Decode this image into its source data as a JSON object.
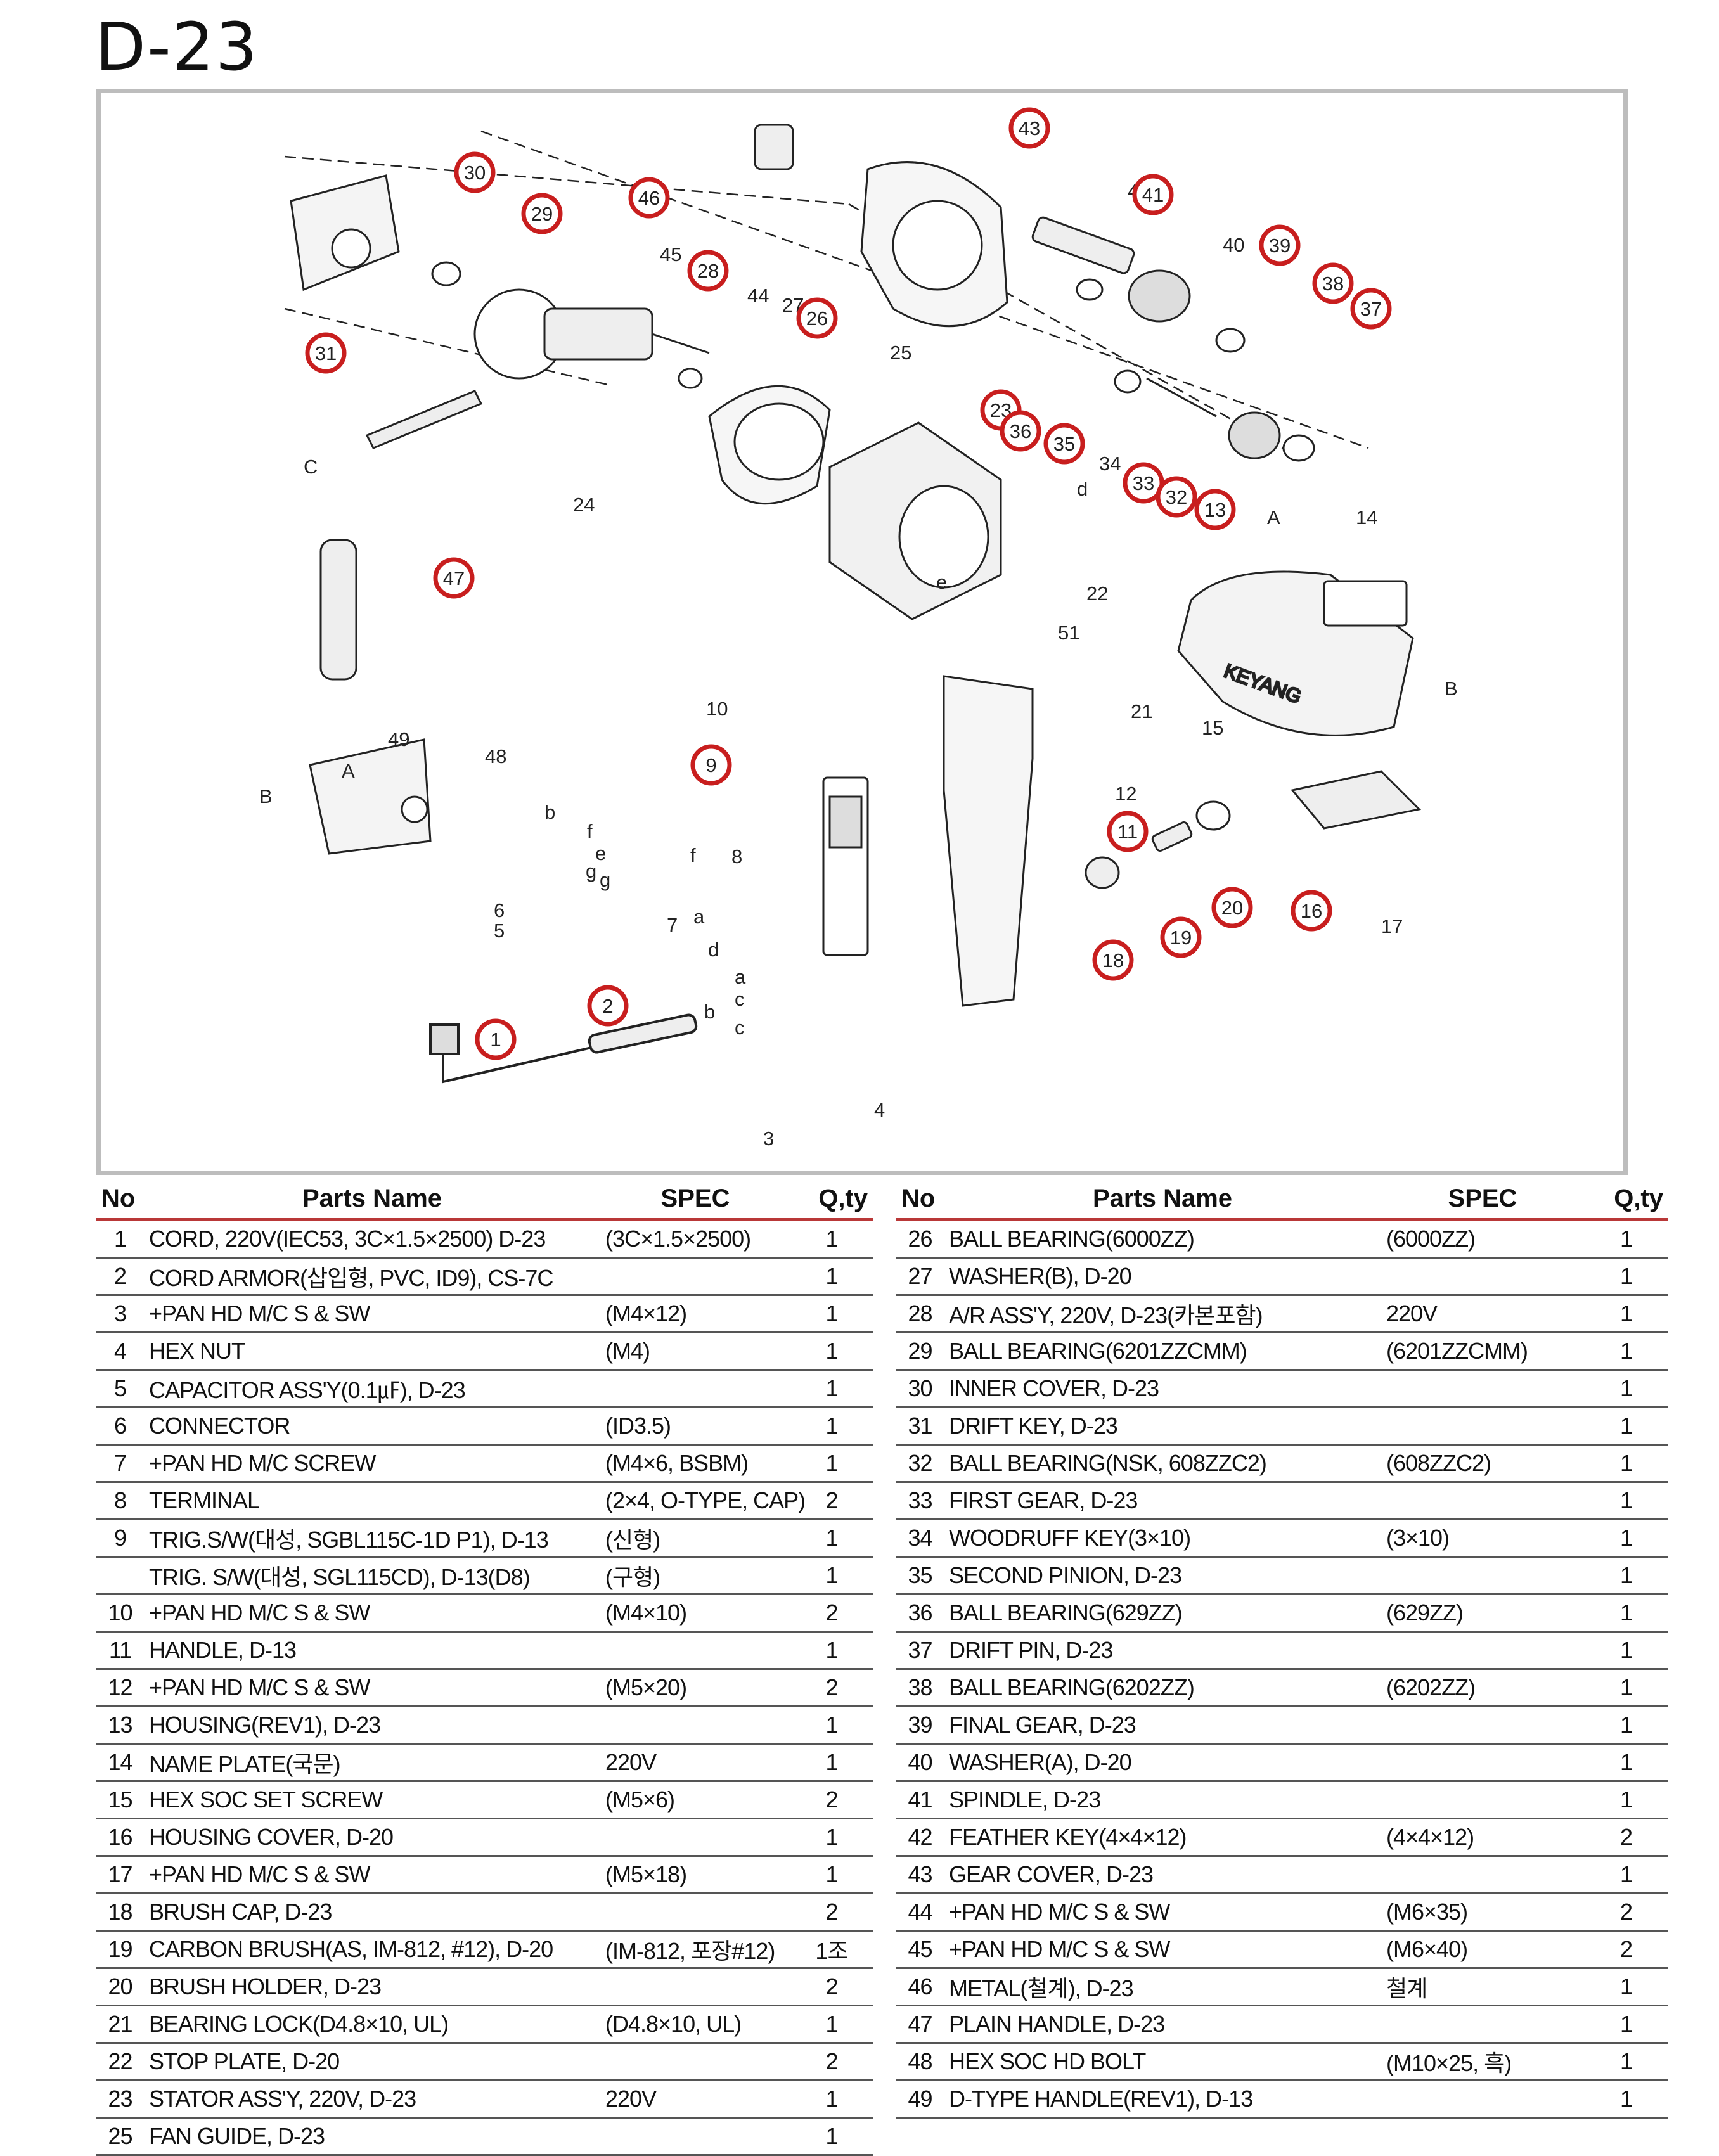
{
  "page_title": "D-23",
  "diagram": {
    "circled_callouts": [
      "43",
      "30",
      "46",
      "41",
      "29",
      "39",
      "28",
      "38",
      "37",
      "26",
      "31",
      "23",
      "36",
      "35",
      "33",
      "32",
      "13",
      "47",
      "9",
      "11",
      "20",
      "16",
      "19",
      "18",
      "2",
      "1"
    ],
    "plain_labels": [
      "c",
      "42",
      "40",
      "45",
      "44",
      "27",
      "25",
      "34",
      "d",
      "24",
      "C",
      "e",
      "14",
      "A",
      "22",
      "51",
      "21",
      "B",
      "15",
      "49",
      "48",
      "10",
      "12",
      "17",
      "B",
      "A",
      "b",
      "f",
      "e",
      "g",
      "6",
      "5",
      "g",
      "f",
      "8",
      "d",
      "a",
      "7",
      "a",
      "b",
      "c",
      "c",
      "4",
      "3"
    ],
    "brand_text": "KEYANG"
  },
  "table_headers": {
    "no": "No",
    "name": "Parts Name",
    "spec": "SPEC",
    "qty": "Q,ty"
  },
  "left_rows": [
    {
      "no": "1",
      "name": "CORD, 220V(IEC53, 3C×1.5×2500) D-23",
      "spec": "(3C×1.5×2500)",
      "qty": "1"
    },
    {
      "no": "2",
      "name": "CORD ARMOR(삽입형, PVC, ID9), CS-7C",
      "spec": "",
      "qty": "1"
    },
    {
      "no": "3",
      "name": "+PAN HD M/C S & SW",
      "spec": "(M4×12)",
      "qty": "1"
    },
    {
      "no": "4",
      "name": "HEX NUT",
      "spec": "(M4)",
      "qty": "1"
    },
    {
      "no": "5",
      "name": "CAPACITOR ASS'Y(0.1㎌), D-23",
      "spec": "",
      "qty": "1"
    },
    {
      "no": "6",
      "name": "CONNECTOR",
      "spec": "(ID3.5)",
      "qty": "1"
    },
    {
      "no": "7",
      "name": "+PAN HD M/C SCREW",
      "spec": "(M4×6, BSBM)",
      "qty": "1"
    },
    {
      "no": "8",
      "name": "TERMINAL",
      "spec": "(2×4, O-TYPE, CAP)",
      "qty": "2"
    },
    {
      "no": "9",
      "name": "TRIG.S/W(대성, SGBL115C-1D P1), D-13",
      "spec": "(신형)",
      "qty": "1"
    },
    {
      "no": "",
      "name": "TRIG. S/W(대성, SGL115CD), D-13(D8)",
      "spec": "(구형)",
      "qty": "1"
    },
    {
      "no": "10",
      "name": "+PAN HD M/C S & SW",
      "spec": "(M4×10)",
      "qty": "2"
    },
    {
      "no": "11",
      "name": "HANDLE, D-13",
      "spec": "",
      "qty": "1"
    },
    {
      "no": "12",
      "name": "+PAN HD M/C S & SW",
      "spec": "(M5×20)",
      "qty": "2"
    },
    {
      "no": "13",
      "name": "HOUSING(REV1), D-23",
      "spec": "",
      "qty": "1"
    },
    {
      "no": "14",
      "name": "NAME PLATE(국문)",
      "spec": "220V",
      "qty": "1"
    },
    {
      "no": "15",
      "name": "HEX SOC SET SCREW",
      "spec": "(M5×6)",
      "qty": "2"
    },
    {
      "no": "16",
      "name": "HOUSING COVER, D-20",
      "spec": "",
      "qty": "1"
    },
    {
      "no": "17",
      "name": "+PAN HD M/C S & SW",
      "spec": "(M5×18)",
      "qty": "1"
    },
    {
      "no": "18",
      "name": "BRUSH CAP, D-23",
      "spec": "",
      "qty": "2"
    },
    {
      "no": "19",
      "name": "CARBON BRUSH(AS, IM-812, #12), D-20",
      "spec": "(IM-812, 포장#12)",
      "qty": "1조"
    },
    {
      "no": "20",
      "name": "BRUSH HOLDER, D-23",
      "spec": "",
      "qty": "2"
    },
    {
      "no": "21",
      "name": "BEARING LOCK(D4.8×10, UL)",
      "spec": "(D4.8×10, UL)",
      "qty": "1"
    },
    {
      "no": "22",
      "name": "STOP PLATE, D-20",
      "spec": "",
      "qty": "2"
    },
    {
      "no": "23",
      "name": "STATOR ASS'Y, 220V, D-23",
      "spec": "220V",
      "qty": "1"
    },
    {
      "no": "25",
      "name": "FAN GUIDE, D-23",
      "spec": "",
      "qty": "1"
    }
  ],
  "right_rows": [
    {
      "no": "26",
      "name": "BALL BEARING(6000ZZ)",
      "spec": "(6000ZZ)",
      "qty": "1"
    },
    {
      "no": "27",
      "name": "WASHER(B), D-20",
      "spec": "",
      "qty": "1"
    },
    {
      "no": "28",
      "name": "A/R ASS'Y, 220V, D-23(카본포함)",
      "spec": "220V",
      "qty": "1"
    },
    {
      "no": "29",
      "name": "BALL BEARING(6201ZZCMM)",
      "spec": "(6201ZZCMM)",
      "qty": "1"
    },
    {
      "no": "30",
      "name": "INNER COVER, D-23",
      "spec": "",
      "qty": "1"
    },
    {
      "no": "31",
      "name": "DRIFT KEY, D-23",
      "spec": "",
      "qty": "1"
    },
    {
      "no": "32",
      "name": "BALL BEARING(NSK, 608ZZC2)",
      "spec": "(608ZZC2)",
      "qty": "1"
    },
    {
      "no": "33",
      "name": "FIRST GEAR, D-23",
      "spec": "",
      "qty": "1"
    },
    {
      "no": "34",
      "name": "WOODRUFF KEY(3×10)",
      "spec": "(3×10)",
      "qty": "1"
    },
    {
      "no": "35",
      "name": "SECOND PINION, D-23",
      "spec": "",
      "qty": "1"
    },
    {
      "no": "36",
      "name": "BALL BEARING(629ZZ)",
      "spec": "(629ZZ)",
      "qty": "1"
    },
    {
      "no": "37",
      "name": "DRIFT PIN, D-23",
      "spec": "",
      "qty": "1"
    },
    {
      "no": "38",
      "name": "BALL BEARING(6202ZZ)",
      "spec": "(6202ZZ)",
      "qty": "1"
    },
    {
      "no": "39",
      "name": "FINAL GEAR, D-23",
      "spec": "",
      "qty": "1"
    },
    {
      "no": "40",
      "name": "WASHER(A), D-20",
      "spec": "",
      "qty": "1"
    },
    {
      "no": "41",
      "name": "SPINDLE, D-23",
      "spec": "",
      "qty": "1"
    },
    {
      "no": "42",
      "name": "FEATHER KEY(4×4×12)",
      "spec": "(4×4×12)",
      "qty": "2"
    },
    {
      "no": "43",
      "name": "GEAR COVER, D-23",
      "spec": "",
      "qty": "1"
    },
    {
      "no": "44",
      "name": "+PAN HD M/C S & SW",
      "spec": "(M6×35)",
      "qty": "2"
    },
    {
      "no": "45",
      "name": "+PAN HD M/C S & SW",
      "spec": "(M6×40)",
      "qty": "2"
    },
    {
      "no": "46",
      "name": "METAL(철계), D-23",
      "spec": "철계",
      "qty": "1"
    },
    {
      "no": "47",
      "name": "PLAIN HANDLE, D-23",
      "spec": "",
      "qty": "1"
    },
    {
      "no": "48",
      "name": "HEX SOC HD BOLT",
      "spec": "(M10×25, 흑)",
      "qty": "1"
    },
    {
      "no": "49",
      "name": "D-TYPE HANDLE(REV1), D-13",
      "spec": "",
      "qty": "1"
    }
  ],
  "colors": {
    "callout_ring": "#c81e1e",
    "header_rule": "#b93838",
    "frame": "#bdbdbd"
  }
}
